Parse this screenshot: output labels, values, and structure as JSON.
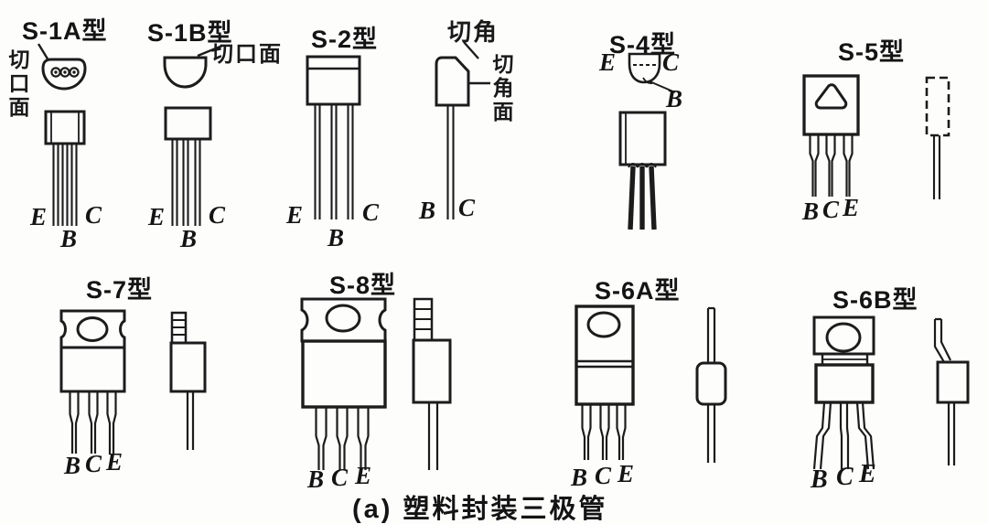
{
  "caption": "(a) 塑料封装三极管",
  "packages": {
    "s1a": {
      "title": "S-1A型",
      "cut_face_label": "切口面",
      "pins": {
        "e": "E",
        "b": "B",
        "c": "C"
      }
    },
    "s1b": {
      "title": "S-1B型",
      "cut_face_label": "切口面",
      "pins": {
        "e": "E",
        "b": "B",
        "c": "C"
      }
    },
    "s2": {
      "title": "S-2型",
      "pins": {
        "e": "E",
        "b": "B",
        "c": "C"
      }
    },
    "s2_side": {
      "cut_corner_label": "切角",
      "cut_corner_face_label": "切角面",
      "pins": {
        "b": "B",
        "c": "C"
      }
    },
    "s4": {
      "title": "S-4型",
      "pins": {
        "e": "E",
        "c": "C",
        "b": "B"
      }
    },
    "s5": {
      "title": "S-5型",
      "pins": {
        "b": "B",
        "c": "C",
        "e": "E"
      }
    },
    "s7": {
      "title": "S-7型",
      "pins": {
        "b": "B",
        "c": "C",
        "e": "E"
      }
    },
    "s8": {
      "title": "S-8型",
      "pins": {
        "b": "B",
        "c": "C",
        "e": "E"
      }
    },
    "s6a": {
      "title": "S-6A型",
      "pins": {
        "b": "B",
        "c": "C",
        "e": "E"
      }
    },
    "s6b": {
      "title": "S-6B型",
      "pins": {
        "b": "B",
        "c": "C",
        "e": "E"
      }
    }
  }
}
